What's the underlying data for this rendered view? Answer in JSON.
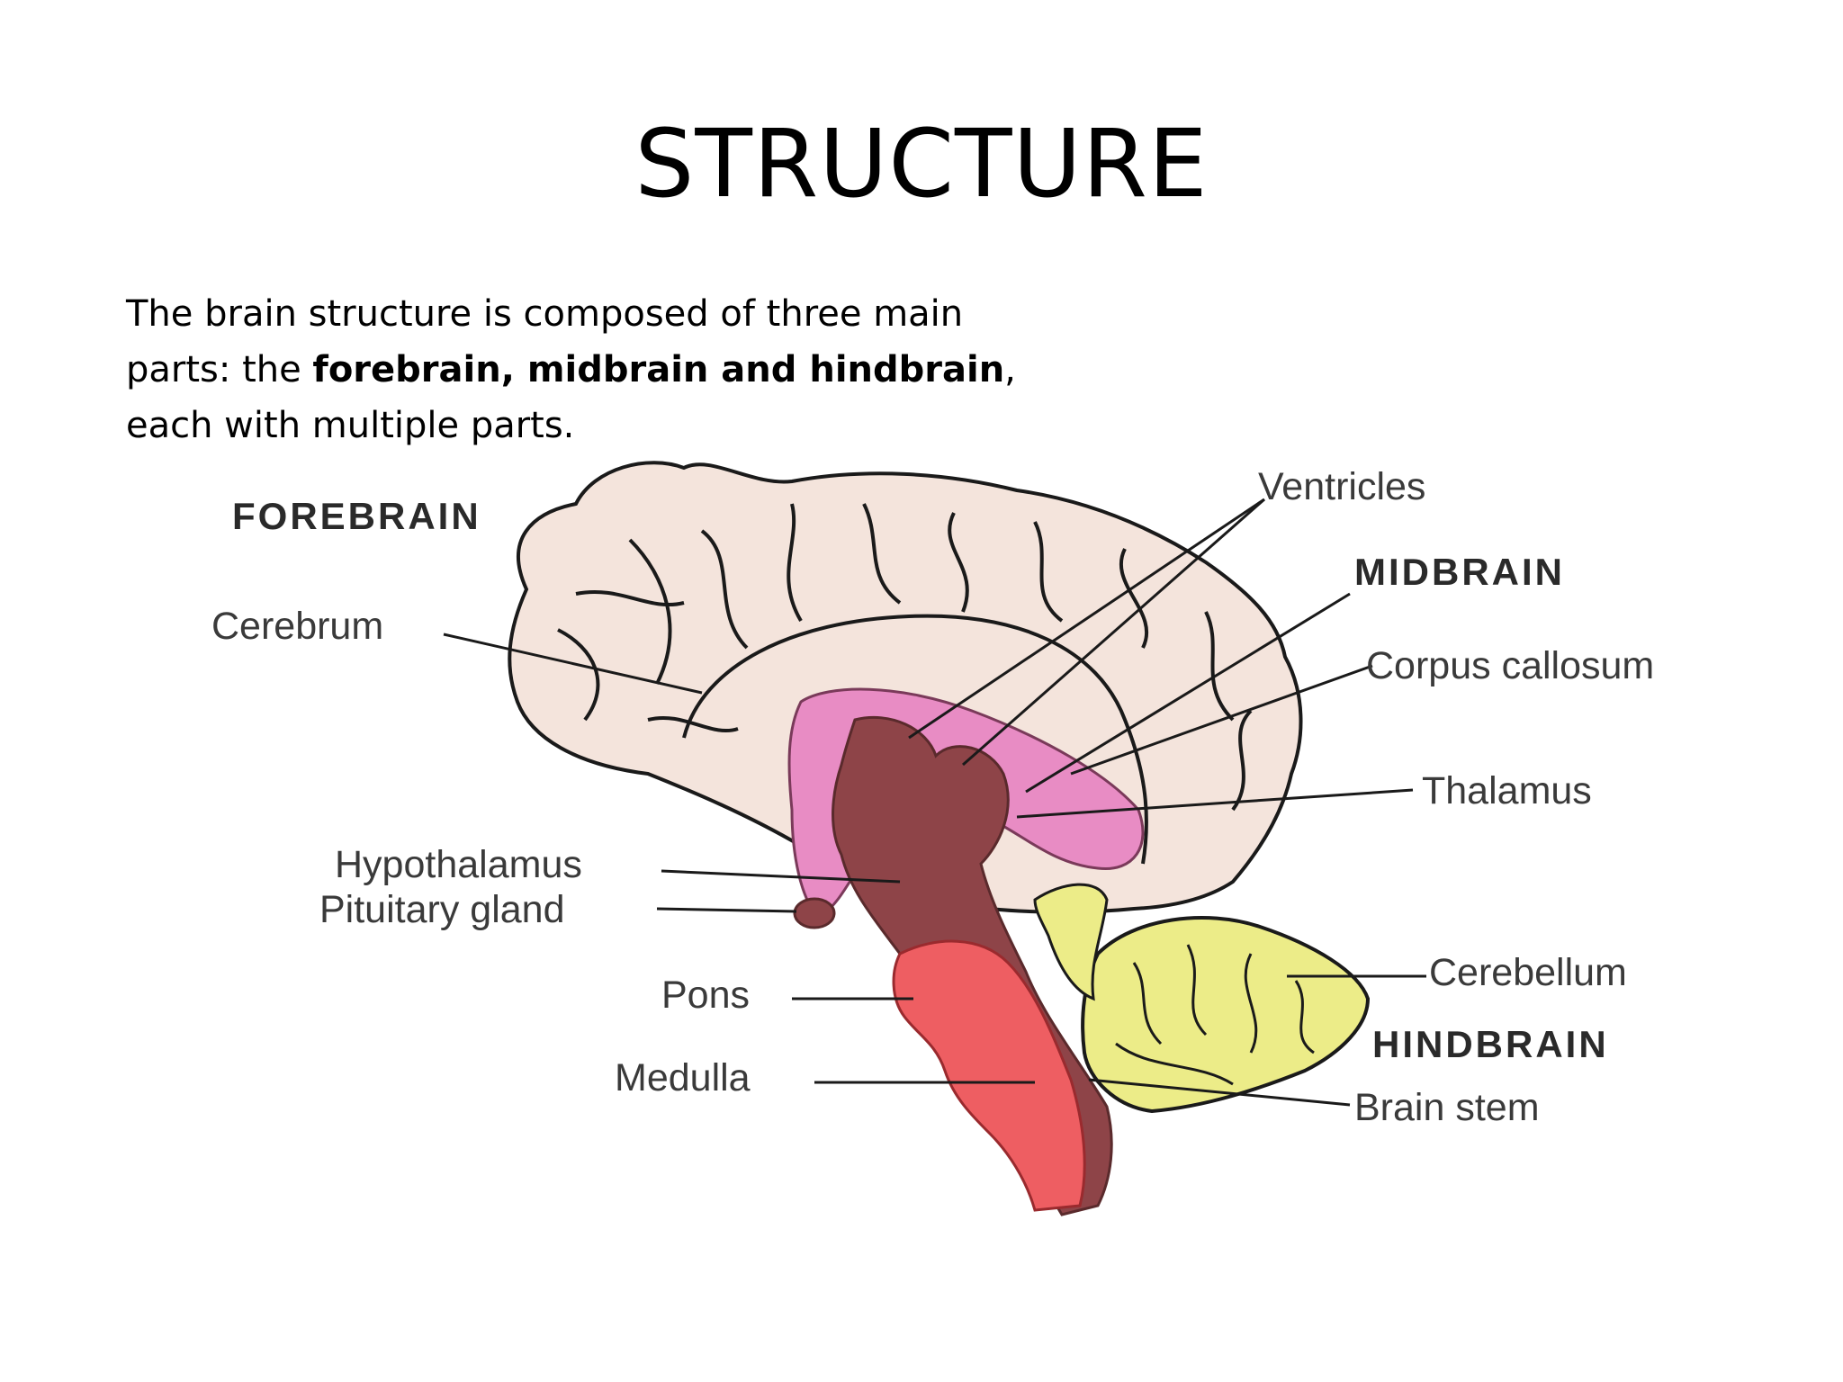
{
  "slide": {
    "title": "STRUCTURE",
    "intro": {
      "before": "The brain structure is composed of three main parts: the ",
      "bold": "forebrain, midbrain and hindbrain",
      "after": ", each with multiple parts."
    }
  },
  "diagram": {
    "sections": {
      "forebrain": "FOREBRAIN",
      "midbrain": "MIDBRAIN",
      "hindbrain": "HINDBRAIN"
    },
    "labels": {
      "cerebrum": "Cerebrum",
      "ventricles": "Ventricles",
      "corpus_callosum": "Corpus callosum",
      "thalamus": "Thalamus",
      "hypothalamus": "Hypothalamus",
      "pituitary_gland": "Pituitary gland",
      "pons": "Pons",
      "medulla": "Medulla",
      "cerebellum": "Cerebellum",
      "brain_stem": "Brain stem"
    },
    "colors": {
      "cerebrum": "#f4e4dc",
      "corpus_callosum": "#e88cc4",
      "midbrain_core": "#8e4448",
      "brain_stem": "#ee5e62",
      "cerebellum": "#ecec88",
      "outline": "#1a1a1a"
    }
  }
}
